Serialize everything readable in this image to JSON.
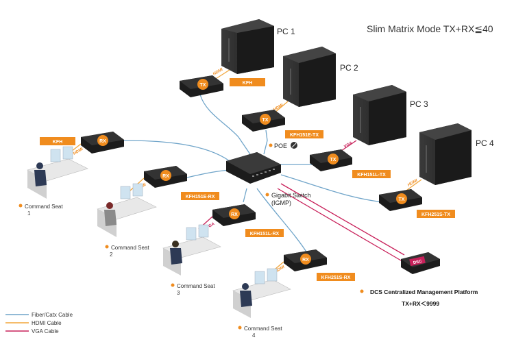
{
  "title": "Slim Matrix Mode TX+RX≦40",
  "colors": {
    "orange": "#f08c1e",
    "fiber": "#6fa4c9",
    "hdmi": "#f2a53a",
    "vga": "#c8205a",
    "device": "#1c1c1c",
    "tower": "#2a2a2a"
  },
  "pcs": [
    {
      "name": "PC 1"
    },
    {
      "name": "PC 2"
    },
    {
      "name": "PC 3"
    },
    {
      "name": "PC 4"
    }
  ],
  "tx_devices": [
    {
      "mark": "TX",
      "model": "KFH",
      "cable": "HDMI"
    },
    {
      "mark": "TX",
      "model": "KFH151E-TX",
      "cable": "HDMI"
    },
    {
      "mark": "TX",
      "model": "KFH151L-TX",
      "cable": "VGA"
    },
    {
      "mark": "TX",
      "model": "KFH251S-TX",
      "cable": "HDMI"
    }
  ],
  "rx_devices": [
    {
      "mark": "RX",
      "model": "KFH",
      "cable": "HDMI"
    },
    {
      "mark": "RX",
      "model": "KFH151E-RX",
      "cable": "HDMI"
    },
    {
      "mark": "RX",
      "model": "KFH151L-RX",
      "cable": "VGA"
    },
    {
      "mark": "RX",
      "model": "KFH251S-RX",
      "cable": "HDMI"
    }
  ],
  "seats": [
    {
      "label": "Command Seat",
      "num": "1"
    },
    {
      "label": "Command Seat",
      "num": "2"
    },
    {
      "label": "Command Seat",
      "num": "3"
    },
    {
      "label": "Command Seat",
      "num": "4"
    }
  ],
  "poe_label": "POE",
  "switch": {
    "line1": "Gigabit Switch",
    "line2": "(IGMP)"
  },
  "dcs": {
    "mark": "DSC",
    "title": "DCS Centralized Management Platform",
    "subtitle": "TX+RX＜9999"
  },
  "legend": [
    {
      "label": "Fiber/Catx Cable",
      "color": "#6fa4c9"
    },
    {
      "label": "HDMI Cable",
      "color": "#f2a53a"
    },
    {
      "label": "VGA Cable",
      "color": "#c8205a"
    }
  ]
}
